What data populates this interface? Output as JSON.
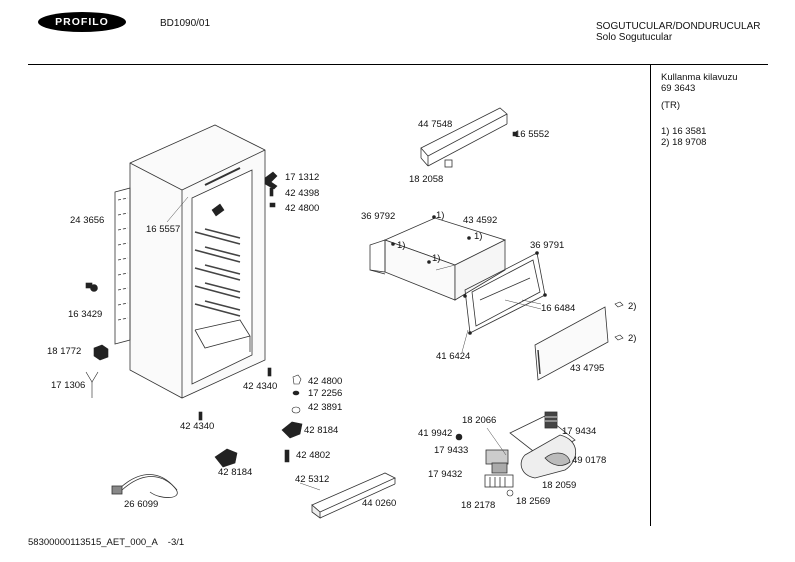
{
  "header": {
    "logo_text": "PROFILO",
    "model": "BD1090/01",
    "category_line1": "SOGUTUCULAR/DONDURUCULAR",
    "category_line2": "Solo Sogutucular"
  },
  "sidebar": {
    "manual_label": "Kullanma kilavuzu",
    "manual_number": "69 3643",
    "language": "(TR)",
    "notes": [
      "1)  16 3581",
      "2)  18 9708"
    ]
  },
  "footer": {
    "doc_id": "58300000113515_AET_000_A    -3/1"
  },
  "parts": {
    "p447548": "44 7548",
    "p165552": "16 5552",
    "p182058": "18 2058",
    "p171312": "17 1312",
    "p424398": "42 4398",
    "p424800a": "42 4800",
    "p243656": "24 3656",
    "p165557": "16 5557",
    "p369792": "36 9792",
    "p434592": "43 4592",
    "note1a": "1)",
    "note1b": "1)",
    "note1c": "1)",
    "note1d": "1)",
    "p369791": "36 9791",
    "p166484": "16 6484",
    "note2a": "2)",
    "note2b": "2)",
    "p163429": "16 3429",
    "p181772": "18 1772",
    "p416424": "41 6424",
    "p434795": "43 4795",
    "p171306": "17 1306",
    "p424340a": "42 4340",
    "p424800b": "42 4800",
    "p172256": "17 2256",
    "p423891": "42 3891",
    "p424340b": "42 4340",
    "p428184a": "42 8184",
    "p182066": "18 2066",
    "p419942": "41 9942",
    "p179434": "17 9434",
    "p179433": "17 9433",
    "p490178": "49 0178",
    "p424802": "42 4802",
    "p428184b": "42 8184",
    "p425312": "42 5312",
    "p179432": "17 9432",
    "p182059": "18 2059",
    "p266099": "26 6099",
    "p440260": "44 0260",
    "p182178": "18 2178",
    "p182569": "18 2569"
  }
}
